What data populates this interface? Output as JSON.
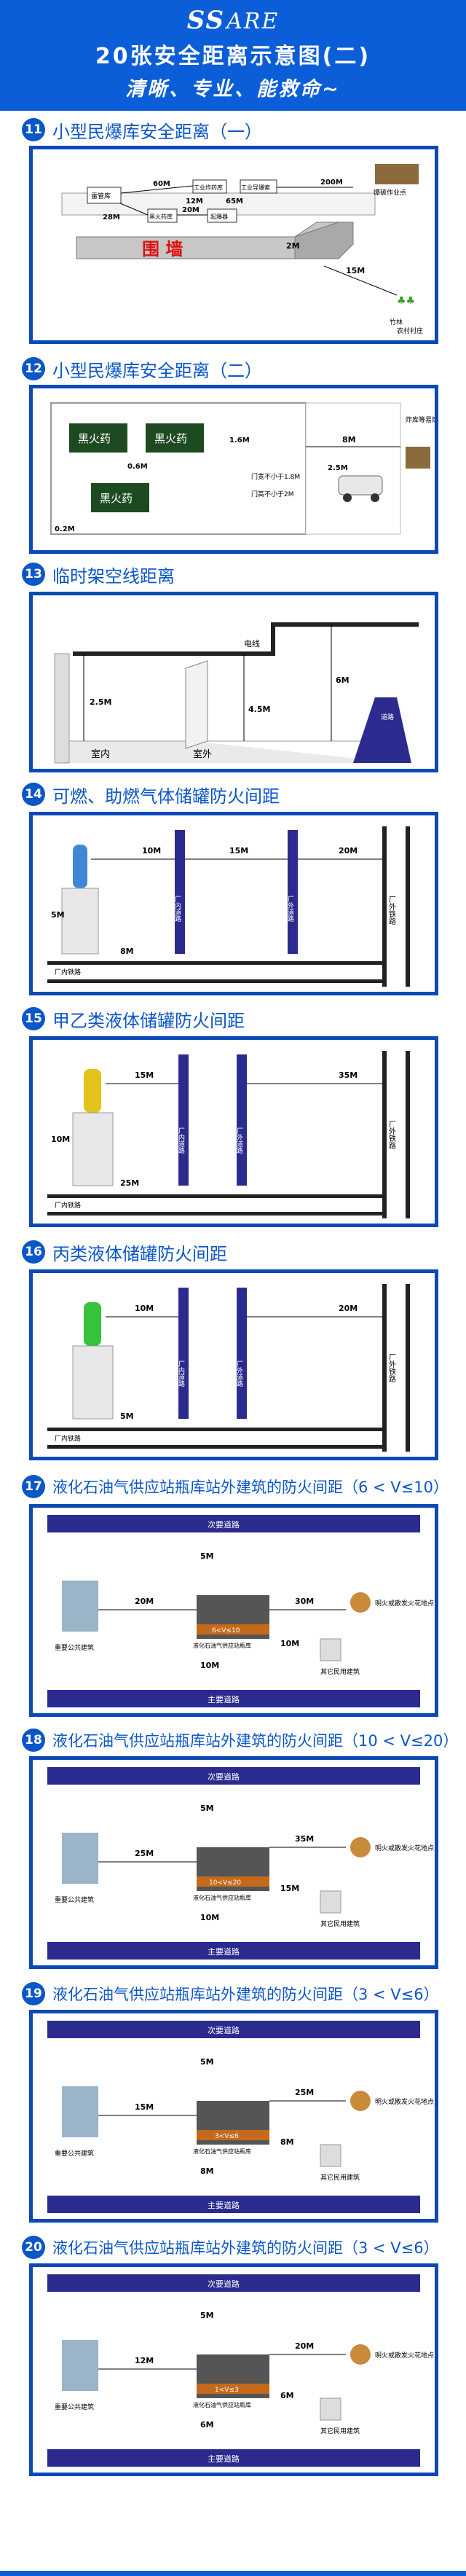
{
  "header": {
    "logo_mark": "SS",
    "logo_text": "ARE",
    "title": "20张安全距离示意图(二)",
    "slogan": "清晰、专业、能救命~"
  },
  "colors": {
    "primary": "#0b5ed8",
    "frame": "#0b49b5",
    "road": "#2b2b8f",
    "tank_green": "#36c23a",
    "tank_yellow": "#e3c21a"
  },
  "sections": [
    {
      "num": "11",
      "title": "小型民爆库安全距离（一）",
      "labels": {
        "wall": "围 墙",
        "wall_dist": "2M",
        "d60": "60M",
        "d65": "65M",
        "d20": "20M",
        "d12": "12M",
        "d28": "28M",
        "d200": "200M",
        "d15": "15M",
        "store_det": "雷管库",
        "store_exp": "黑火药库",
        "store_1": "工业炸药库",
        "store_2": "工业导爆索",
        "store_3": "起爆器",
        "site": "爆破作业点",
        "village": "竹林",
        "village2": "农村村庄"
      }
    },
    {
      "num": "12",
      "title": "小型民爆库安全距离（二）",
      "labels": {
        "powder": "黑火药",
        "d16": "1.6M",
        "d8": "8M",
        "d06": "0.6M",
        "d25": "2.5M",
        "d02": "0.2M",
        "door_w": "门宽不小于1.8M",
        "door_h": "门高不小于2M",
        "depot": "炸库等易燃物"
      }
    },
    {
      "num": "13",
      "title": "临时架空线距离",
      "labels": {
        "wire": "电线",
        "d25": "2.5M",
        "d45": "4.5M",
        "d6": "6M",
        "indoor": "室内",
        "outdoor": "室外",
        "road": "道路"
      }
    },
    {
      "num": "14",
      "title": "可燃、助燃气体储罐防火间距",
      "labels": {
        "d10": "10M",
        "d15": "15M",
        "d20": "20M",
        "d5": "5M",
        "d8": "8M",
        "road_in": "厂内道路",
        "road_out": "厂外道路",
        "rail": "厂外铁路",
        "building": "厂内铁路"
      }
    },
    {
      "num": "15",
      "title": "甲乙类液体储罐防火间距",
      "labels": {
        "d15": "15M",
        "d35": "35M",
        "d10": "10M",
        "d25": "25M",
        "road_in": "厂内道路",
        "road_out": "厂外道路",
        "rail": "厂外铁路",
        "building": "厂内铁路"
      }
    },
    {
      "num": "16",
      "title": "丙类液体储罐防火间距",
      "labels": {
        "d10": "10M",
        "d20": "20M",
        "d5": "5M",
        "road_in": "厂内道路",
        "road_out": "厂外道路",
        "rail": "厂外铁路",
        "building": "厂内铁路"
      }
    },
    {
      "num": "17",
      "title": "液化石油气供应站瓶库站外建筑的防火间距（6 < V≤10）",
      "labels": {
        "road_top": "次要道路",
        "road_bottom": "主要道路",
        "vol": "6<V≤10",
        "d20": "20M",
        "d5": "5M",
        "d30": "30M",
        "d10": "10M",
        "d10b": "10M",
        "public": "重要公共建筑",
        "fire": "明火或散发火花地点",
        "civil": "其它民用建筑",
        "station": "液化石油气供应站瓶库"
      }
    },
    {
      "num": "18",
      "title": "液化石油气供应站瓶库站外建筑的防火间距（10 < V≤20）",
      "labels": {
        "road_top": "次要道路",
        "road_bottom": "主要道路",
        "vol": "10<V≤20",
        "d25": "25M",
        "d5": "5M",
        "d35": "35M",
        "d15": "15M",
        "d10": "10M",
        "public": "重要公共建筑",
        "fire": "明火或散发火花地点",
        "civil": "其它民用建筑",
        "station": "液化石油气供应站瓶库"
      }
    },
    {
      "num": "19",
      "title": "液化石油气供应站瓶库站外建筑的防火间距（3 < V≤6）",
      "labels": {
        "road_top": "次要道路",
        "road_bottom": "主要道路",
        "vol": "3<V≤6",
        "d15": "15M",
        "d5": "5M",
        "d25": "25M",
        "d8": "8M",
        "d8b": "8M",
        "public": "重要公共建筑",
        "fire": "明火或散发火花地点",
        "civil": "其它民用建筑",
        "station": "液化石油气供应站瓶库"
      }
    },
    {
      "num": "20",
      "title": "液化石油气供应站瓶库站外建筑的防火间距（3 < V≤6）",
      "labels": {
        "road_top": "次要道路",
        "road_bottom": "主要道路",
        "vol": "1<V≤3",
        "d12": "12M",
        "d5": "5M",
        "d20": "20M",
        "d6": "6M",
        "d6b": "6M",
        "public": "重要公共建筑",
        "fire": "明火或散发火花地点",
        "civil": "其它民用建筑",
        "station": "液化石油气供应站瓶库"
      }
    }
  ]
}
